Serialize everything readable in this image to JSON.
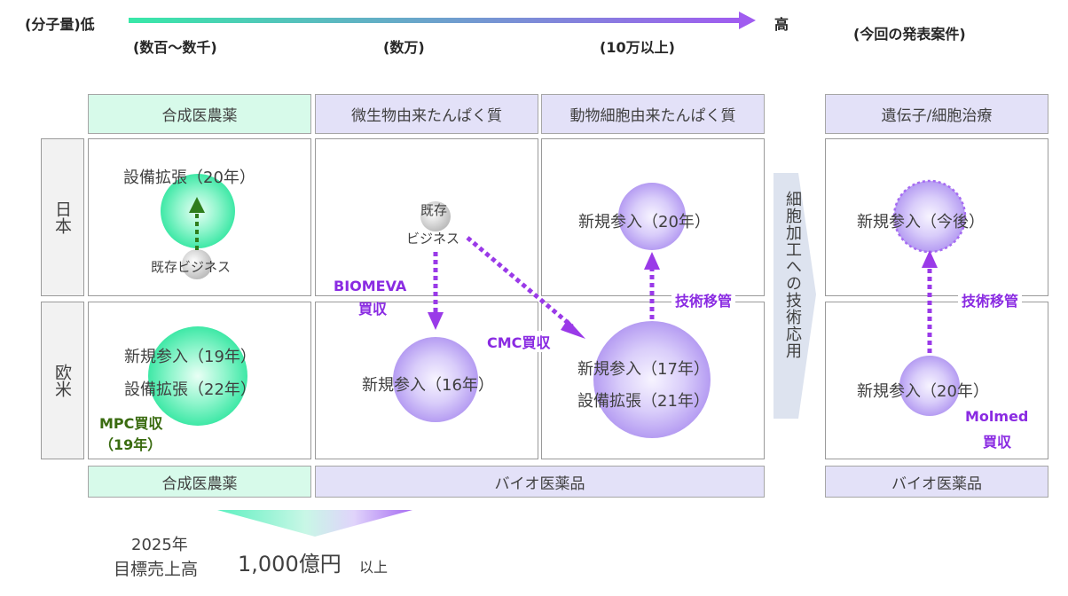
{
  "scale": {
    "low_label": "(分子量)低",
    "high_label": "高",
    "tick1": "(数百～数千)",
    "tick2": "(数万)",
    "tick3": "(10万以上)",
    "current_label": "(今回の発表案件)"
  },
  "columns": {
    "top": [
      "合成医農薬",
      "微生物由来たんぱく質",
      "動物細胞由来たんぱく質",
      "遺伝子/細胞治療"
    ],
    "bottom": [
      "合成医農薬",
      "バイオ医薬品",
      "バイオ医薬品"
    ]
  },
  "rows": [
    "日本",
    "欧米"
  ],
  "cells": {
    "jp_synth_title": "設備拡張（20年）",
    "jp_synth_base": "既存ビジネス",
    "jp_micro_base_line1": "既存",
    "jp_micro_base_line2": "ビジネス",
    "jp_animal": "新規参入（20年）",
    "jp_gene": "新規参入（今後）",
    "us_synth_line1": "新規参入（19年）",
    "us_synth_line2": "設備拡張（22年）",
    "us_micro": "新規参入（16年）",
    "us_animal_line1": "新規参入（17年）",
    "us_animal_line2": "設備拡張（21年）",
    "us_gene": "新規参入（20年）"
  },
  "annotations": {
    "biomeva_line1": "BIOMEVA",
    "biomeva_line2": "買収",
    "cmc": "CMC買収",
    "tech_transfer_1": "技術移管",
    "tech_transfer_2": "技術移管",
    "mpc_line1": "MPC買収",
    "mpc_line2": "（19年）",
    "molmed_line1": "Molmed",
    "molmed_line2": "買収"
  },
  "middle_arrow_text": "細胞加工への技術応用",
  "target": {
    "year": "2025年",
    "label": "目標売上高",
    "amount": "1,000億円",
    "suffix": "以上"
  },
  "colors": {
    "green": "#3ee8a6",
    "purple": "#9b5cf0",
    "lavender_circle": "#c4b5f5",
    "arrow_purple": "#9a3ae8",
    "arrow_green": "#2e7d1c"
  }
}
